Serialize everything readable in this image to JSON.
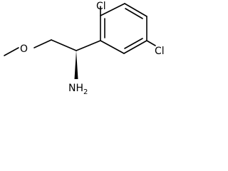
{
  "molecule": {
    "atoms": {
      "cl_top": "Cl",
      "cl_right": "Cl",
      "oxygen": "O",
      "amine_n": "N",
      "amine_h": "H",
      "amine_h_count": "2"
    },
    "stereo_bond": "wedge",
    "colors": {
      "bond": "#000000",
      "label": "#000000",
      "background": "#ffffff"
    }
  }
}
